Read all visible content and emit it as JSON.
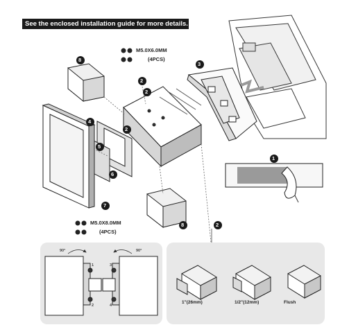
{
  "banner": "See the enclosed installation guide for more details.",
  "screws_top": {
    "size": "M5.0X6.0MM",
    "count": "(4PCS)"
  },
  "screws_bottom": {
    "size": "M5.0X8.0MM",
    "count": "(4PCS)"
  },
  "step_labels": [
    "1",
    "2",
    "2",
    "2",
    "2",
    "3",
    "4",
    "5",
    "6",
    "7",
    "8",
    "8"
  ],
  "angle_left": "90°",
  "angle_right": "90°",
  "screw_numbers": [
    "1",
    "2",
    "3",
    "4"
  ],
  "offset_options": [
    "1\"(26mm)",
    "1/2\"(12mm)",
    "Flush"
  ]
}
